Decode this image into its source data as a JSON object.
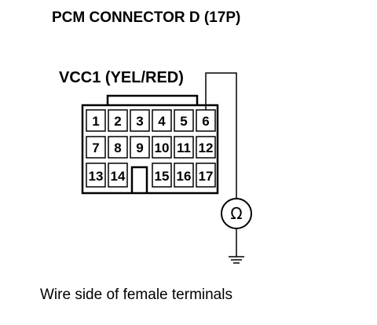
{
  "title": "PCM CONNECTOR D (17P)",
  "vcc_label": "VCC1 (YEL/RED)",
  "caption": "Wire side of female terminals",
  "connector": {
    "rows": [
      [
        "1",
        "2",
        "3",
        "4",
        "5",
        "6"
      ],
      [
        "7",
        "8",
        "9",
        "10",
        "11",
        "12"
      ],
      [
        "13",
        "14",
        "15",
        "16",
        "17"
      ]
    ],
    "probed_terminal": "6"
  },
  "meter": {
    "symbol": "Ω",
    "icon": "ohmmeter-icon"
  },
  "ground_icon": "ground-symbol-icon"
}
